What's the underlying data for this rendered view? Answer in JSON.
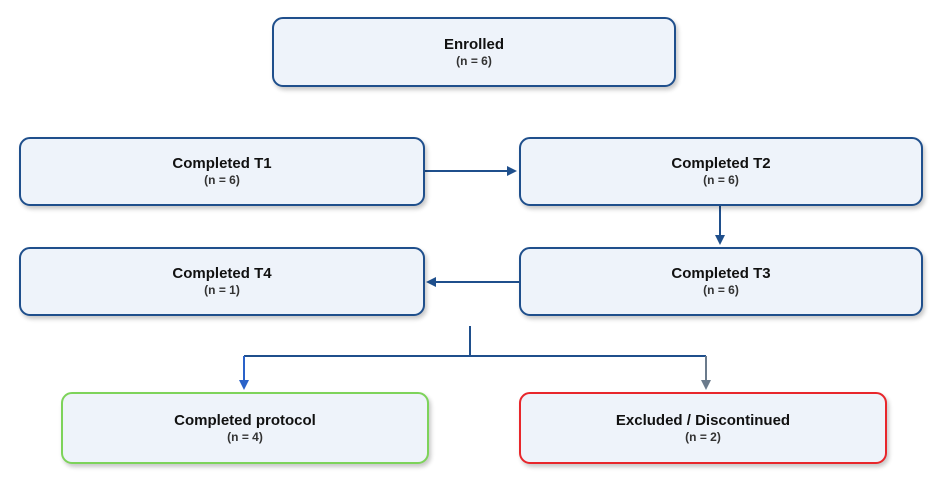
{
  "nodes": {
    "enrolled": {
      "title": "Enrolled",
      "count": "(n = 6)"
    },
    "t1": {
      "title": "Completed T1",
      "count": "(n = 6)"
    },
    "t2": {
      "title": "Completed T2",
      "count": "(n = 6)"
    },
    "t3": {
      "title": "Completed T3",
      "count": "(n = 6)"
    },
    "t4": {
      "title": "Completed T4",
      "count": "(n = 1)"
    },
    "completed": {
      "title": "Completed protocol",
      "count": "(n = 4)"
    },
    "excluded": {
      "title": "Excluded / Discontinued",
      "count": "(n = 2)"
    }
  },
  "colors": {
    "box_fill": "#eef3fa",
    "box_border": "#1f4f8c",
    "completed_border": "#7dd35a",
    "excluded_border": "#e8262b",
    "arrow": "#1f4f8c",
    "arrow_completed": "#2a62c9",
    "arrow_excluded": "#6b7b8c"
  }
}
